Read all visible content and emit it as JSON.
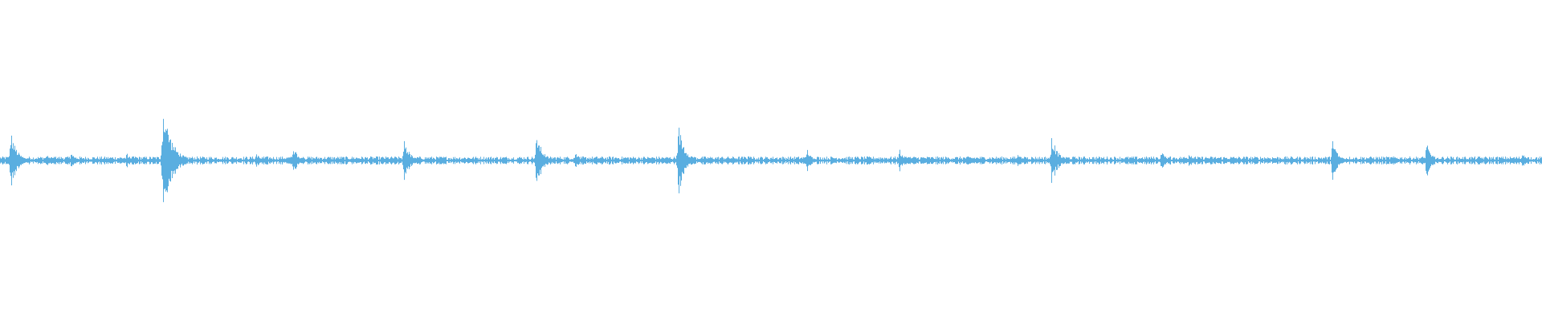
{
  "waveform": {
    "color": "#5aaee0",
    "background": "#ffffff",
    "level_floor": 0.025,
    "bursts": [
      {
        "position": 0.007,
        "amplitude": 0.18
      },
      {
        "position": 0.03,
        "amplitude": 0.04
      },
      {
        "position": 0.046,
        "amplitude": 0.05
      },
      {
        "position": 0.082,
        "amplitude": 0.05
      },
      {
        "position": 0.106,
        "amplitude": 0.34
      },
      {
        "position": 0.166,
        "amplitude": 0.05
      },
      {
        "position": 0.19,
        "amplitude": 0.1
      },
      {
        "position": 0.262,
        "amplitude": 0.14
      },
      {
        "position": 0.348,
        "amplitude": 0.17
      },
      {
        "position": 0.373,
        "amplitude": 0.06
      },
      {
        "position": 0.44,
        "amplitude": 0.22
      },
      {
        "position": 0.485,
        "amplitude": 0.04
      },
      {
        "position": 0.523,
        "amplitude": 0.08
      },
      {
        "position": 0.583,
        "amplitude": 0.08
      },
      {
        "position": 0.66,
        "amplitude": 0.05
      },
      {
        "position": 0.682,
        "amplitude": 0.16
      },
      {
        "position": 0.753,
        "amplitude": 0.07
      },
      {
        "position": 0.771,
        "amplitude": 0.06
      },
      {
        "position": 0.864,
        "amplitude": 0.13
      },
      {
        "position": 0.925,
        "amplitude": 0.11
      },
      {
        "position": 0.987,
        "amplitude": 0.05
      }
    ]
  }
}
